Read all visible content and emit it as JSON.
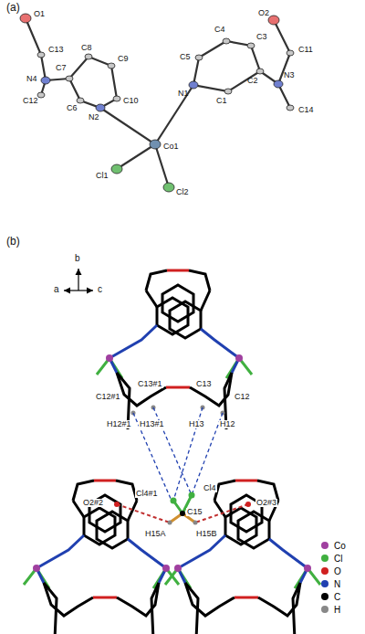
{
  "diagram": {
    "labels": [
      "(a)",
      "O1",
      "C13",
      "N4",
      "C12",
      "C8",
      "C7",
      "C9",
      "C6",
      "N2",
      "C10",
      "C5",
      "C4",
      "C3",
      "O2",
      "C11",
      "C2",
      "N3",
      "C1",
      "N1",
      "C14",
      "Co1",
      "Cl1",
      "Cl2",
      "(b)",
      "b",
      "a",
      "c",
      "C12#1",
      "C13#1",
      "C13",
      "C12",
      "H12#1",
      "H13#1",
      "H13",
      "H12",
      "Cl4#1",
      "Cl4",
      "O2#2",
      "O2#3",
      "C15",
      "H15A",
      "H15B"
    ],
    "legend": [
      {
        "text": "Co",
        "color": "#a040a0"
      },
      {
        "text": "Cl",
        "color": "#40b040"
      },
      {
        "text": "O",
        "color": "#d02020"
      },
      {
        "text": "N",
        "color": "#2040b0"
      },
      {
        "text": "C",
        "color": "#000000"
      },
      {
        "text": "H",
        "color": "#888888"
      }
    ]
  }
}
